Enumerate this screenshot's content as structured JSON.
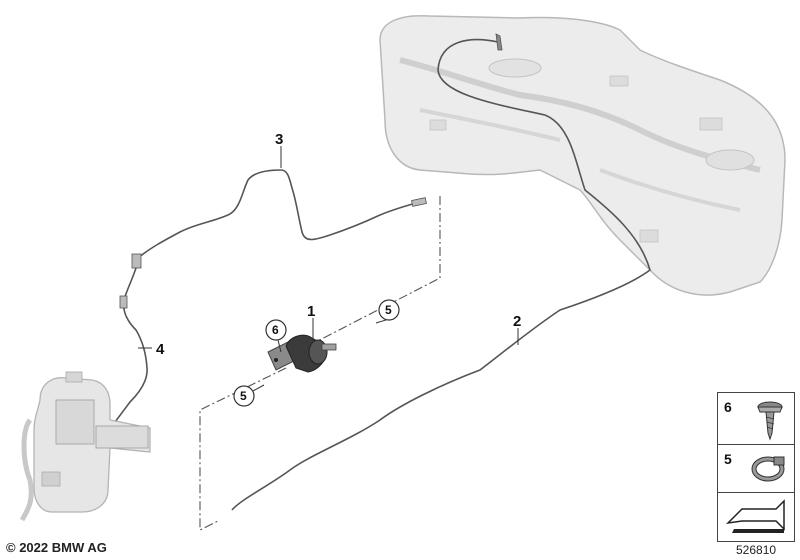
{
  "callouts": {
    "c1": "1",
    "c2": "2",
    "c3": "3",
    "c4": "4",
    "c5a": "5",
    "c5b": "5",
    "c6": "6"
  },
  "legend": {
    "item6": "6",
    "item5": "5"
  },
  "footer": {
    "copyright": "© 2022 BMW AG",
    "diagram_id": "526810"
  },
  "colors": {
    "line": "#555555",
    "tank_fill": "#ececec",
    "tank_stroke": "#b8b8b8",
    "text": "#111111"
  }
}
